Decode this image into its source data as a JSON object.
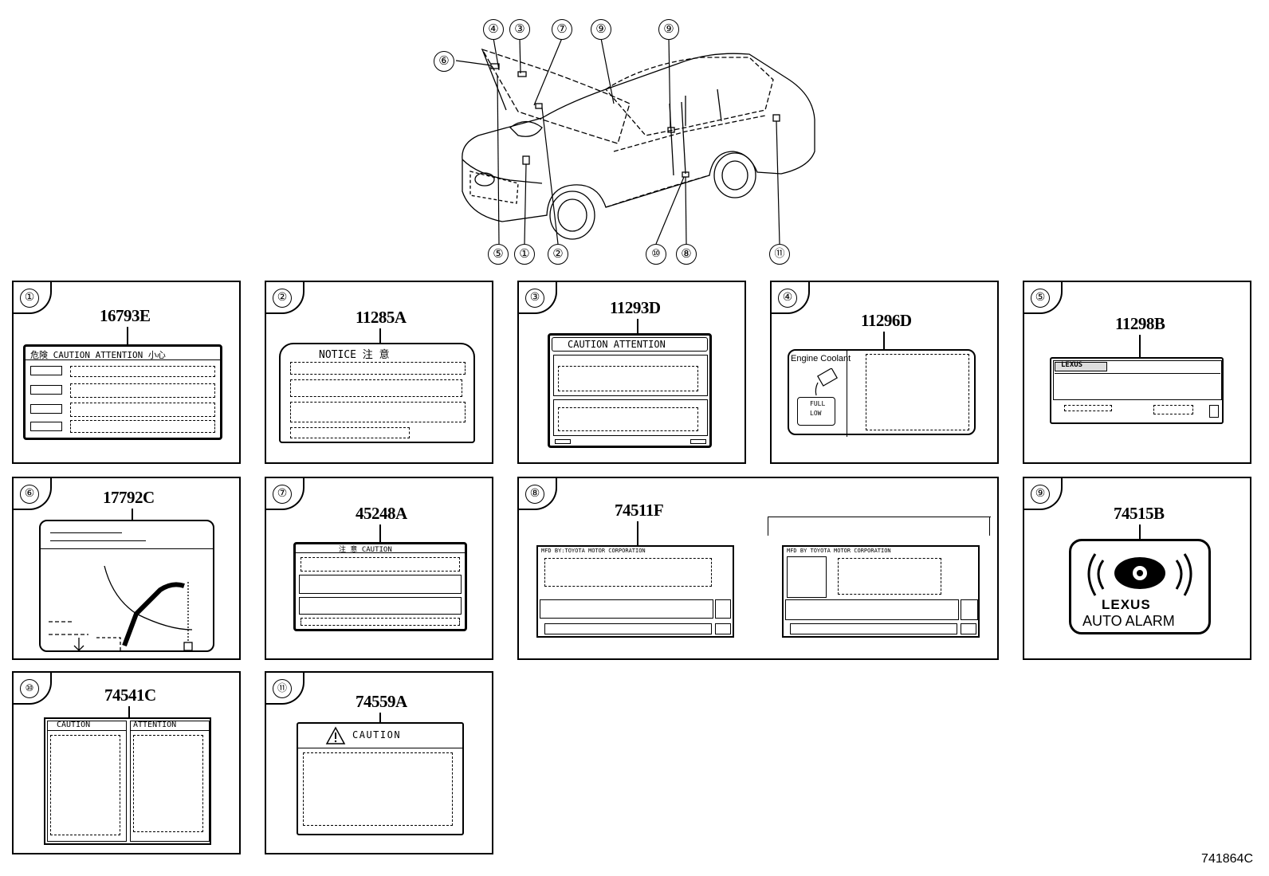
{
  "callouts_top": [
    "④",
    "③",
    "⑦",
    "⑨",
    "⑨"
  ],
  "callout_left": "⑥",
  "callouts_bottom": [
    "⑤",
    "①",
    "②",
    "⑩",
    "⑧",
    "⑪"
  ],
  "panels": [
    {
      "num": "①",
      "part": "16793E",
      "texts": [
        "危険 CAUTION ATTENTION 小心"
      ]
    },
    {
      "num": "②",
      "part": "11285A",
      "texts": [
        "NOTICE 注 意"
      ]
    },
    {
      "num": "③",
      "part": "11293D",
      "texts": [
        "CAUTION ATTENTION"
      ]
    },
    {
      "num": "④",
      "part": "11296D",
      "texts": [
        "Engine Coolant",
        "FULL",
        "LOW"
      ]
    },
    {
      "num": "⑤",
      "part": "11298B",
      "texts": [
        "LEXUS"
      ]
    },
    {
      "num": "⑥",
      "part": "17792C",
      "texts": []
    },
    {
      "num": "⑦",
      "part": "45248A",
      "texts": [
        "注 意 CAUTION"
      ]
    },
    {
      "num": "⑧",
      "part": "74511F",
      "texts": [
        "MFD BY:TOYOTA MOTOR CORPORATION",
        "MFD BY TOYOTA MOTOR CORPORATION"
      ]
    },
    {
      "num": "⑨",
      "part": "74515B",
      "texts": [
        "LEXUS",
        "AUTO ALARM"
      ]
    },
    {
      "num": "⑩",
      "part": "74541C",
      "texts": [
        "CAUTION",
        "ATTENTION"
      ]
    },
    {
      "num": "⑪",
      "part": "74559A",
      "texts": [
        "CAUTION"
      ]
    }
  ],
  "ref_code": "741864C"
}
